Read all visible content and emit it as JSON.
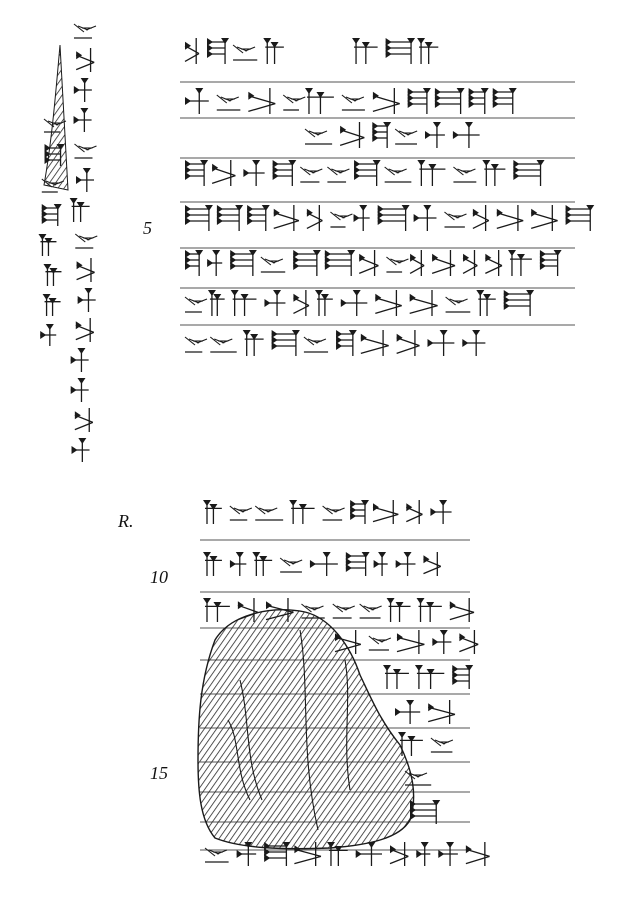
{
  "plate": {
    "ink_color": "#1a1a1a",
    "hatch_color": "#2a2a2a",
    "paper_color": "#ffffff"
  },
  "obverse": {
    "line_numbers": [
      {
        "label": "5"
      }
    ],
    "glyph_rows": 8
  },
  "reverse": {
    "side_label": "R.",
    "line_numbers": [
      {
        "label": "10"
      },
      {
        "label": "15"
      }
    ],
    "glyph_rows": 10,
    "damaged_area": "hatched-break"
  }
}
